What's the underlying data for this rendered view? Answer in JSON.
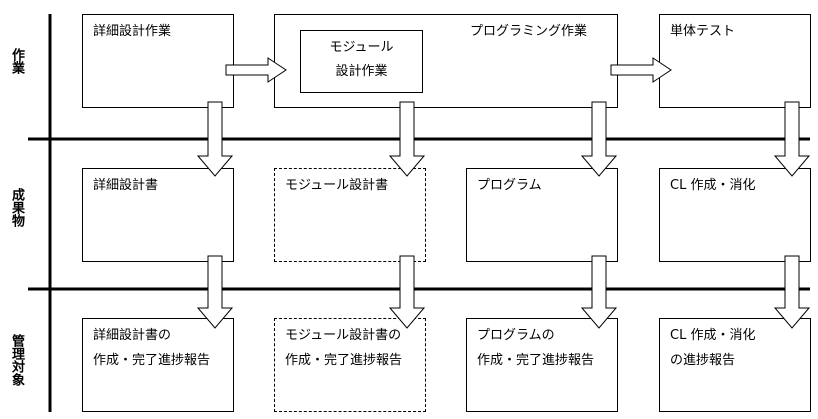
{
  "row_labels": [
    "作業",
    "成果物",
    "管理対象"
  ],
  "work": {
    "detail_design": "詳細設計作業",
    "programming": "プログラミング作業",
    "module_design": [
      "モジュール",
      "設計作業"
    ],
    "unit_test": "単体テスト"
  },
  "deliverables": {
    "detail_design_doc": "詳細設計書",
    "module_design_doc": "モジュール設計書",
    "program": "プログラム",
    "cl": "CL 作成・消化"
  },
  "management": {
    "detail_design_report": [
      "詳細設計書の",
      "作成・完了進捗報告"
    ],
    "module_design_report": [
      "モジュール設計書の",
      "作成・完了進捗報告"
    ],
    "program_report": [
      "プログラムの",
      "作成・完了進捗報告"
    ],
    "cl_report": [
      "CL 作成・消化",
      "の進捗報告"
    ]
  }
}
